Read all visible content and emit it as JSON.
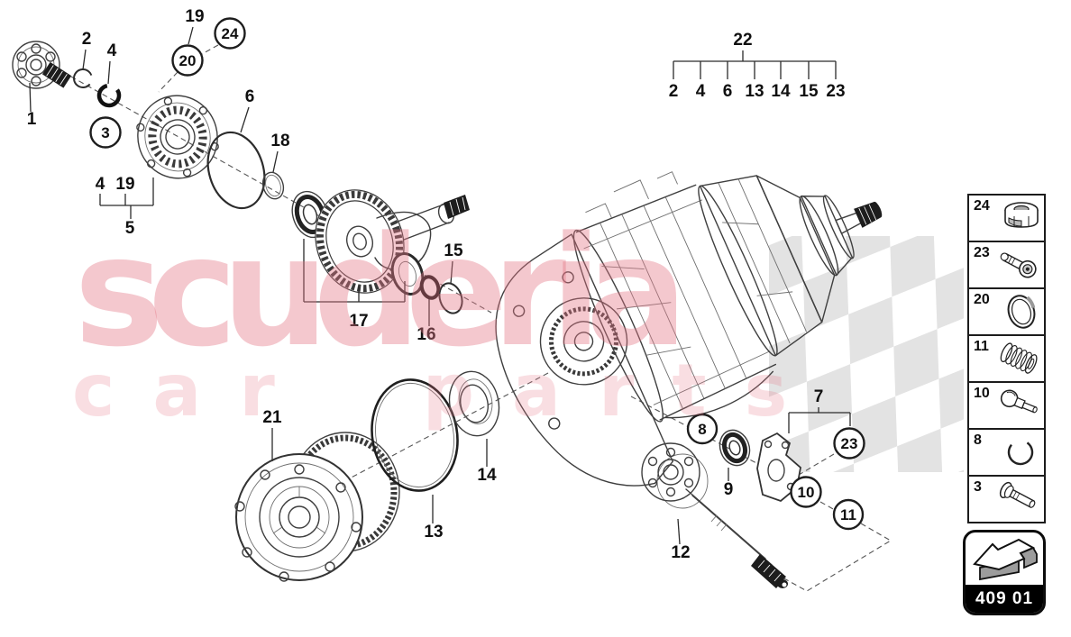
{
  "watermark": {
    "brand": "scuderia",
    "tagline": "car parts",
    "brand_color": "#e47684",
    "checker_color": "#e3e3e3"
  },
  "diagram": {
    "balloons": {
      "b24": "24",
      "b20": "20",
      "b3": "3",
      "b8": "8",
      "b23": "23",
      "b10": "10",
      "b11": "11"
    },
    "labels": {
      "l19a": "19",
      "l2": "2",
      "l4a": "4",
      "l1": "1",
      "l6": "6",
      "l18": "18",
      "l4b": "4",
      "l19b": "19",
      "l5": "5",
      "l17": "17",
      "l16": "16",
      "l15": "15",
      "l22": "22",
      "l21": "21",
      "l13": "13",
      "l14": "14",
      "l7": "7",
      "l9": "9",
      "l12": "12"
    },
    "group22": [
      "2",
      "4",
      "6",
      "13",
      "14",
      "15",
      "23"
    ]
  },
  "legend": {
    "rows": [
      "24",
      "23",
      "20",
      "11",
      "10",
      "8",
      "3"
    ],
    "icons": [
      "hex-plug-icon",
      "socket-bolt-icon",
      "seal-ring-icon",
      "spring-insert-icon",
      "screw-plug-icon",
      "snap-ring-icon",
      "flange-bolt-icon"
    ]
  },
  "page_code": "409 01"
}
